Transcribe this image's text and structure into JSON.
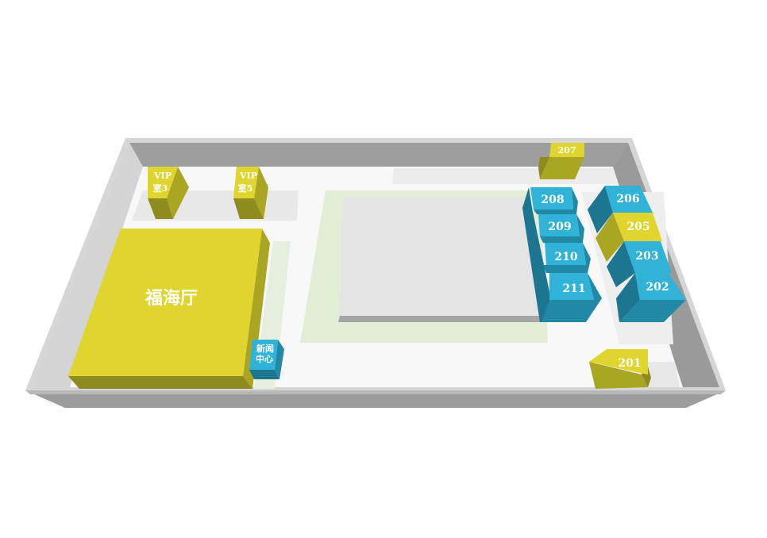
{
  "colors": {
    "yellow_top": "#dfd52e",
    "yellow_side": "#aaa624",
    "yellow_side_dark": "#8f8c1f",
    "blue_top": "#31b3d8",
    "blue_side": "#2189a6",
    "blue_side_dark": "#1c7690",
    "wall_light": "#d8d8d8",
    "wall_dark": "#9c9c9c",
    "floor": "#f7f8f7",
    "corridor_green": "#e2edd5",
    "plaza_top": "#e6e6e6",
    "plaza_side": "#a8a8a8"
  },
  "rooms": {
    "vip3": {
      "line1": "VIP",
      "line2": "室3"
    },
    "vip5": {
      "line1": "VIP",
      "line2": "室5"
    },
    "fuhai": {
      "label": "福海厅"
    },
    "news": {
      "line1": "新闻",
      "line2": "中心"
    },
    "r207": {
      "label": "207"
    },
    "r208": {
      "label": "208"
    },
    "r209": {
      "label": "209"
    },
    "r210": {
      "label": "210"
    },
    "r211": {
      "label": "211"
    },
    "r206": {
      "label": "206"
    },
    "r205": {
      "label": "205"
    },
    "r203": {
      "label": "203"
    },
    "r202": {
      "label": "202"
    },
    "r201": {
      "label": "201"
    }
  }
}
